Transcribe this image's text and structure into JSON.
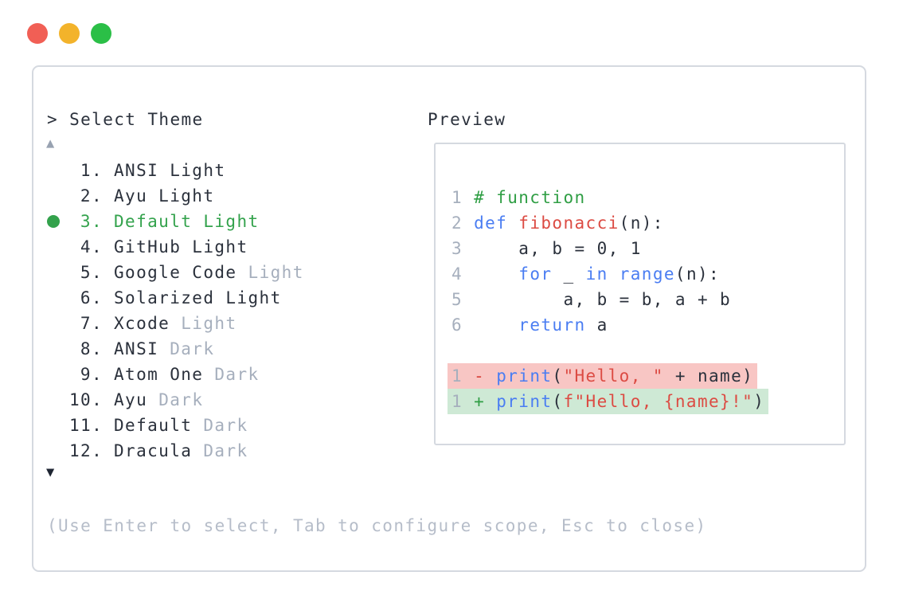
{
  "traffic_lights": {
    "red": "#f15f55",
    "yellow": "#f3b32b",
    "green": "#2bbf47"
  },
  "prompt": {
    "text": "> Select Theme"
  },
  "scroll_up_indicator": "▲",
  "scroll_down_indicator": "▼",
  "theme_list": {
    "items": [
      {
        "number": "1.",
        "bullet": false,
        "primary": "ANSI Light",
        "suffix": "",
        "selected": false
      },
      {
        "number": "2.",
        "bullet": false,
        "primary": "Ayu Light",
        "suffix": "",
        "selected": false
      },
      {
        "number": "3.",
        "bullet": true,
        "primary": "Default Light",
        "suffix": "",
        "selected": true
      },
      {
        "number": "4.",
        "bullet": false,
        "primary": "GitHub Light",
        "suffix": "",
        "selected": false
      },
      {
        "number": "5.",
        "bullet": false,
        "primary": "Google Code ",
        "suffix": "Light",
        "selected": false
      },
      {
        "number": "6.",
        "bullet": false,
        "primary": "Solarized Light",
        "suffix": "",
        "selected": false
      },
      {
        "number": "7.",
        "bullet": false,
        "primary": "Xcode ",
        "suffix": "Light",
        "selected": false
      },
      {
        "number": "8.",
        "bullet": false,
        "primary": "ANSI ",
        "suffix": "Dark",
        "selected": false
      },
      {
        "number": "9.",
        "bullet": false,
        "primary": "Atom One ",
        "suffix": "Dark",
        "selected": false
      },
      {
        "number": "10.",
        "bullet": false,
        "primary": "Ayu ",
        "suffix": "Dark",
        "selected": false
      },
      {
        "number": "11.",
        "bullet": false,
        "primary": "Default ",
        "suffix": "Dark",
        "selected": false
      },
      {
        "number": "12.",
        "bullet": false,
        "primary": "Dracula ",
        "suffix": "Dark",
        "selected": false
      }
    ]
  },
  "preview": {
    "label": "Preview",
    "lines": [
      {
        "num": "1",
        "diff": "none",
        "tokens": [
          [
            "# function",
            "com"
          ]
        ]
      },
      {
        "num": "2",
        "diff": "none",
        "tokens": [
          [
            "def ",
            "kw"
          ],
          [
            "fibonacci",
            "str"
          ],
          [
            "(n):",
            "plain"
          ]
        ]
      },
      {
        "num": "3",
        "diff": "none",
        "tokens": [
          [
            "    a, b = 0, 1",
            "plain"
          ]
        ]
      },
      {
        "num": "4",
        "diff": "none",
        "tokens": [
          [
            "    ",
            "plain"
          ],
          [
            "for",
            "kw"
          ],
          [
            " _ ",
            "plain"
          ],
          [
            "in",
            "kw"
          ],
          [
            " ",
            "plain"
          ],
          [
            "range",
            "kw"
          ],
          [
            "(n):",
            "plain"
          ]
        ]
      },
      {
        "num": "5",
        "diff": "none",
        "tokens": [
          [
            "        a, b = b, a + b",
            "plain"
          ]
        ]
      },
      {
        "num": "6",
        "diff": "none",
        "tokens": [
          [
            "    ",
            "plain"
          ],
          [
            "return",
            "kw"
          ],
          [
            " a",
            "plain"
          ]
        ]
      },
      {
        "blank": true
      },
      {
        "num": "1",
        "diff": "del",
        "tokens": [
          [
            "- ",
            "del"
          ],
          [
            "print",
            "kw"
          ],
          [
            "(",
            "plain"
          ],
          [
            "\"Hello, \"",
            "str"
          ],
          [
            " + name)",
            "plain"
          ]
        ]
      },
      {
        "num": "1",
        "diff": "add",
        "tokens": [
          [
            "+ ",
            "add"
          ],
          [
            "print",
            "kw"
          ],
          [
            "(",
            "plain"
          ],
          [
            "f\"Hello, {name}!\"",
            "str"
          ],
          [
            ")",
            "plain"
          ]
        ]
      }
    ]
  },
  "help": {
    "text": "(Use Enter to select, Tab to configure scope, Esc to close)"
  },
  "colors": {
    "selected_green": "#33a24c",
    "muted_gray": "#a6afbd",
    "help_gray": "#b6bdc9",
    "keyword_blue": "#4a7df2",
    "string_red": "#dc4b43",
    "comment_green": "#2f9e44",
    "diff_del_bg": "#f8c6c4",
    "diff_add_bg": "#cee9d5",
    "border_gray": "#d5d9e0",
    "text_dark": "#2b313c",
    "scroll_up_gray": "#98a2b1",
    "scroll_down_dark": "#1e2532"
  }
}
